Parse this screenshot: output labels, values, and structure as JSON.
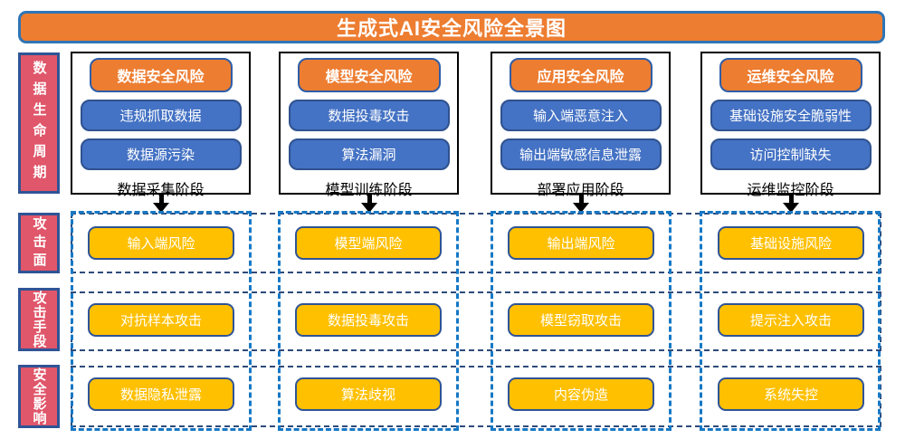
{
  "title": "生成式AI安全风险全景图",
  "row_labels": {
    "lifecycle": "数据生命周期",
    "attack_surface": "攻击面",
    "attack_method": "攻击手段",
    "impact": "安全影响"
  },
  "columns": [
    {
      "header": "数据安全风险",
      "risks": [
        "违规抓取数据",
        "数据源污染"
      ],
      "stage": "数据采集阶段",
      "attack_surface": "输入端风险",
      "attack_method": "对抗样本攻击",
      "impact": "数据隐私泄露"
    },
    {
      "header": "模型安全风险",
      "risks": [
        "数据投毒攻击",
        "算法漏洞"
      ],
      "stage": "模型训练阶段",
      "attack_surface": "模型端风险",
      "attack_method": "数据投毒攻击",
      "impact": "算法歧视"
    },
    {
      "header": "应用安全风险",
      "risks": [
        "输入端恶意注入",
        "输出端敏感信息泄露"
      ],
      "stage": "部署应用阶段",
      "attack_surface": "输出端风险",
      "attack_method": "模型窃取攻击",
      "impact": "内容伪造"
    },
    {
      "header": "运维安全风险",
      "risks": [
        "基础设施安全脆弱性",
        "访问控制缺失"
      ],
      "stage": "运维监控阶段",
      "attack_surface": "基础设施风险",
      "attack_method": "提示注入攻击",
      "impact": "系统失控"
    }
  ],
  "colors": {
    "title_fill": "#ED7D31",
    "title_border": "#2E75B6",
    "header_fill": "#ED7D31",
    "risk_fill": "#4472C4",
    "risk_border": "#2F528F",
    "side_label_fill": "#E0566A",
    "side_label_border": "#2F5496",
    "item_fill": "#FFC000",
    "item_border": "#2F5496",
    "row_dash": "#2E4B7A",
    "col_dash": "#1778C4",
    "stage_border": "#000000"
  }
}
